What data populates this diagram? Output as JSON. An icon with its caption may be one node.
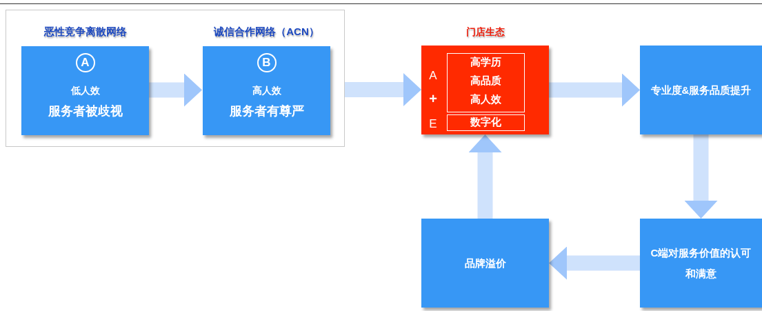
{
  "diagram": {
    "nodes": [
      {
        "text": [],
        "shape": "box"
      },
      {
        "text": [
          "恶性竞争离散网络",
          "A",
          "低人效",
          "服务者被歧视"
        ],
        "in": 0
      },
      {
        "text": [
          "诚信合作网络（ACN）",
          "B",
          "高人效",
          "服务者有尊严"
        ],
        "in": 0
      },
      {
        "text": [
          "门店生态",
          "A",
          "+",
          "E"
        ]
      },
      {
        "text": [
          "高学历",
          "高品质",
          "高人效"
        ],
        "in": 3
      },
      {
        "text": [
          "数字化"
        ],
        "in": 3
      },
      {
        "text": [
          "专业度&服务品质提升"
        ]
      },
      {
        "text": [
          "C端对服务价值的认可和满意"
        ]
      },
      {
        "text": [
          "品牌溢价"
        ]
      }
    ],
    "edges": [
      {
        "from": 1,
        "to": 2,
        "arrow": "to"
      },
      {
        "from": 0,
        "to": 3,
        "arrow": "to"
      },
      {
        "from": 3,
        "to": 6,
        "arrow": "to"
      },
      {
        "from": 6,
        "to": 7,
        "arrow": "to"
      },
      {
        "from": 7,
        "to": 8,
        "arrow": "to"
      },
      {
        "from": 8,
        "to": 3,
        "arrow": "to"
      }
    ]
  }
}
